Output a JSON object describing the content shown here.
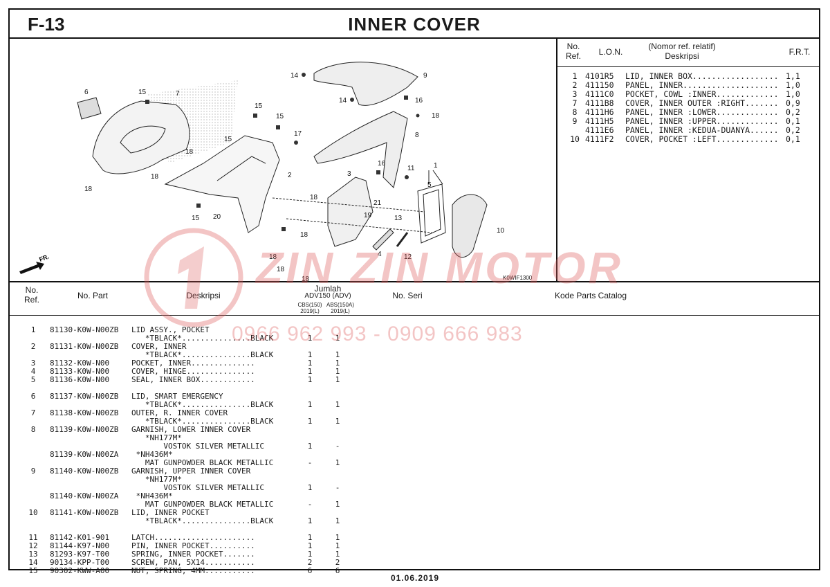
{
  "header": {
    "code": "F-13",
    "title": "INNER COVER"
  },
  "diagram": {
    "callouts": [
      "1",
      "2",
      "3",
      "4",
      "5",
      "6",
      "7",
      "8",
      "9",
      "10",
      "11",
      "12",
      "13",
      "14",
      "14",
      "15",
      "15",
      "15",
      "15",
      "15",
      "16",
      "16",
      "17",
      "18",
      "18",
      "18",
      "18",
      "18",
      "18",
      "18",
      "18",
      "18",
      "19",
      "20",
      "21"
    ],
    "fr_label": "FR.",
    "image_code": "K0WIF1300"
  },
  "lon": {
    "headers": {
      "no": "No.",
      "ref": "Ref.",
      "lon": "L.O.N.",
      "desc_1": "(Nomor ref. relatif)",
      "desc_2": "Deskripsi",
      "frt": "F.R.T."
    },
    "rows": [
      {
        "no": "1",
        "lon": "4101R5",
        "desc": "LID, INNER BOX..................",
        "frt": "1,1"
      },
      {
        "no": "2",
        "lon": "411150",
        "desc": "PANEL, INNER....................",
        "frt": "1,0"
      },
      {
        "no": "3",
        "lon": "4111C0",
        "desc": "POCKET, COWL :INNER.............",
        "frt": "1,0"
      },
      {
        "no": "7",
        "lon": "4111B8",
        "desc": "COVER, INNER OUTER :RIGHT.......",
        "frt": "0,9"
      },
      {
        "no": "8",
        "lon": "4111H6",
        "desc": "PANEL, INNER :LOWER.............",
        "frt": "0,2"
      },
      {
        "no": "9",
        "lon": "4111H5",
        "desc": "PANEL, INNER :UPPER.............",
        "frt": "0,1"
      },
      {
        "no": "",
        "lon": "4111E6",
        "desc": "PANEL, INNER :KEDUA-DUANYA......",
        "frt": "0,2"
      },
      {
        "no": "10",
        "lon": "4111F2",
        "desc": "COVER, POCKET :LEFT.............",
        "frt": "0,1"
      }
    ]
  },
  "parts_header": {
    "no": "No.",
    "ref": "Ref.",
    "part": "No. Part",
    "desc": "Deskripsi",
    "jumlah": "Jumlah",
    "model": "ADV150 (ADV)",
    "col1_a": "CBS(150)",
    "col1_b": "2019(L)",
    "col2_a": "ABS(150A)",
    "col2_b": "2019(L)",
    "seri": "No. Seri",
    "catalog": "Kode Parts Catalog"
  },
  "parts": [
    {
      "ref": "1",
      "part": "81130-K0W-N00ZB",
      "desc": "LID ASSY., POCKET",
      "q1": "",
      "q2": ""
    },
    {
      "ref": "",
      "part": "",
      "desc": "   *TBLACK*...............BLACK",
      "q1": "1",
      "q2": "1"
    },
    {
      "ref": "2",
      "part": "81131-K0W-N00ZB",
      "desc": "COVER, INNER",
      "q1": "",
      "q2": ""
    },
    {
      "ref": "",
      "part": "",
      "desc": "   *TBLACK*...............BLACK",
      "q1": "1",
      "q2": "1"
    },
    {
      "ref": "3",
      "part": "81132-K0W-N00",
      "desc": "POCKET, INNER..............",
      "q1": "1",
      "q2": "1"
    },
    {
      "ref": "4",
      "part": "81133-K0W-N00",
      "desc": "COVER, HINGE...............",
      "q1": "1",
      "q2": "1"
    },
    {
      "ref": "5",
      "part": "81136-K0W-N00",
      "desc": "SEAL, INNER BOX............",
      "q1": "1",
      "q2": "1"
    },
    {
      "ref": "",
      "part": "",
      "desc": "",
      "q1": "",
      "q2": ""
    },
    {
      "ref": "6",
      "part": "81137-K0W-N00ZB",
      "desc": "LID, SMART EMERGENCY",
      "q1": "",
      "q2": ""
    },
    {
      "ref": "",
      "part": "",
      "desc": "   *TBLACK*...............BLACK",
      "q1": "1",
      "q2": "1"
    },
    {
      "ref": "7",
      "part": "81138-K0W-N00ZB",
      "desc": "OUTER, R. INNER COVER",
      "q1": "",
      "q2": ""
    },
    {
      "ref": "",
      "part": "",
      "desc": "   *TBLACK*...............BLACK",
      "q1": "1",
      "q2": "1"
    },
    {
      "ref": "8",
      "part": "81139-K0W-N00ZB",
      "desc": "GARNISH, LOWER INNER COVER",
      "q1": "",
      "q2": ""
    },
    {
      "ref": "",
      "part": "",
      "desc": "   *NH177M*",
      "q1": "",
      "q2": ""
    },
    {
      "ref": "",
      "part": "",
      "desc": "       VOSTOK SILVER METALLIC",
      "q1": "1",
      "q2": "-"
    },
    {
      "ref": "",
      "part": "81139-K0W-N00ZA",
      "desc": " *NH436M*",
      "q1": "",
      "q2": ""
    },
    {
      "ref": "",
      "part": "",
      "desc": "   MAT GUNPOWDER BLACK METALLIC",
      "q1": "-",
      "q2": "1"
    },
    {
      "ref": "9",
      "part": "81140-K0W-N00ZB",
      "desc": "GARNISH, UPPER INNER COVER",
      "q1": "",
      "q2": ""
    },
    {
      "ref": "",
      "part": "",
      "desc": "   *NH177M*",
      "q1": "",
      "q2": ""
    },
    {
      "ref": "",
      "part": "",
      "desc": "       VOSTOK SILVER METALLIC",
      "q1": "1",
      "q2": "-"
    },
    {
      "ref": "",
      "part": "81140-K0W-N00ZA",
      "desc": " *NH436M*",
      "q1": "",
      "q2": ""
    },
    {
      "ref": "",
      "part": "",
      "desc": "   MAT GUNPOWDER BLACK METALLIC",
      "q1": "-",
      "q2": "1"
    },
    {
      "ref": "10",
      "part": "81141-K0W-N00ZB",
      "desc": "LID, INNER POCKET",
      "q1": "",
      "q2": ""
    },
    {
      "ref": "",
      "part": "",
      "desc": "   *TBLACK*...............BLACK",
      "q1": "1",
      "q2": "1"
    },
    {
      "ref": "",
      "part": "",
      "desc": "",
      "q1": "",
      "q2": ""
    },
    {
      "ref": "11",
      "part": "81142-K01-901",
      "desc": "LATCH......................",
      "q1": "1",
      "q2": "1"
    },
    {
      "ref": "12",
      "part": "81144-K97-N00",
      "desc": "PIN, INNER POCKET..........",
      "q1": "1",
      "q2": "1"
    },
    {
      "ref": "13",
      "part": "81293-K97-T00",
      "desc": "SPRING, INNER POCKET.......",
      "q1": "1",
      "q2": "1"
    },
    {
      "ref": "14",
      "part": "90134-KPP-T00",
      "desc": "SCREW, PAN, 5X14...........",
      "q1": "2",
      "q2": "2"
    },
    {
      "ref": "15",
      "part": "90302-KWW-A00",
      "desc": "NUT, SPRING, 4MM...........",
      "q1": "6",
      "q2": "6"
    }
  ],
  "watermark": {
    "brand": "ZIN ZIN MOTOR",
    "phone": "0966 962 993 - 0909 666 983"
  },
  "footer": {
    "date": "01.06.2019"
  }
}
